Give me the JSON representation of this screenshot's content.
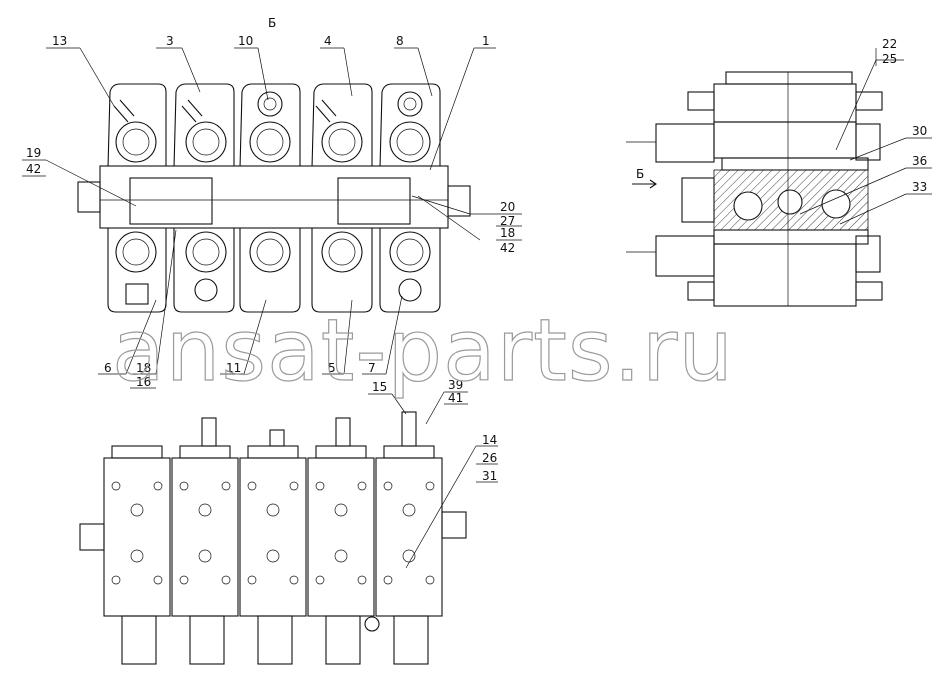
{
  "view_label": "Б",
  "arrow_label": "Б",
  "watermark": "ansat-parts.ru",
  "callouts": {
    "c13": "13",
    "c3": "3",
    "c10": "10",
    "c4": "4",
    "c8": "8",
    "c1": "1",
    "c22": "22",
    "c25": "25",
    "c30": "30",
    "c36": "36",
    "c33": "33",
    "c19": "19",
    "c42a": "42",
    "c20": "20",
    "c27": "27",
    "c18a": "18",
    "c42b": "42",
    "c6": "6",
    "c18b": "18",
    "c16": "16",
    "c11": "11",
    "c5": "5",
    "c7": "7",
    "c15": "15",
    "c39": "39",
    "c41": "41",
    "c14": "14",
    "c26": "26",
    "c31": "31"
  }
}
